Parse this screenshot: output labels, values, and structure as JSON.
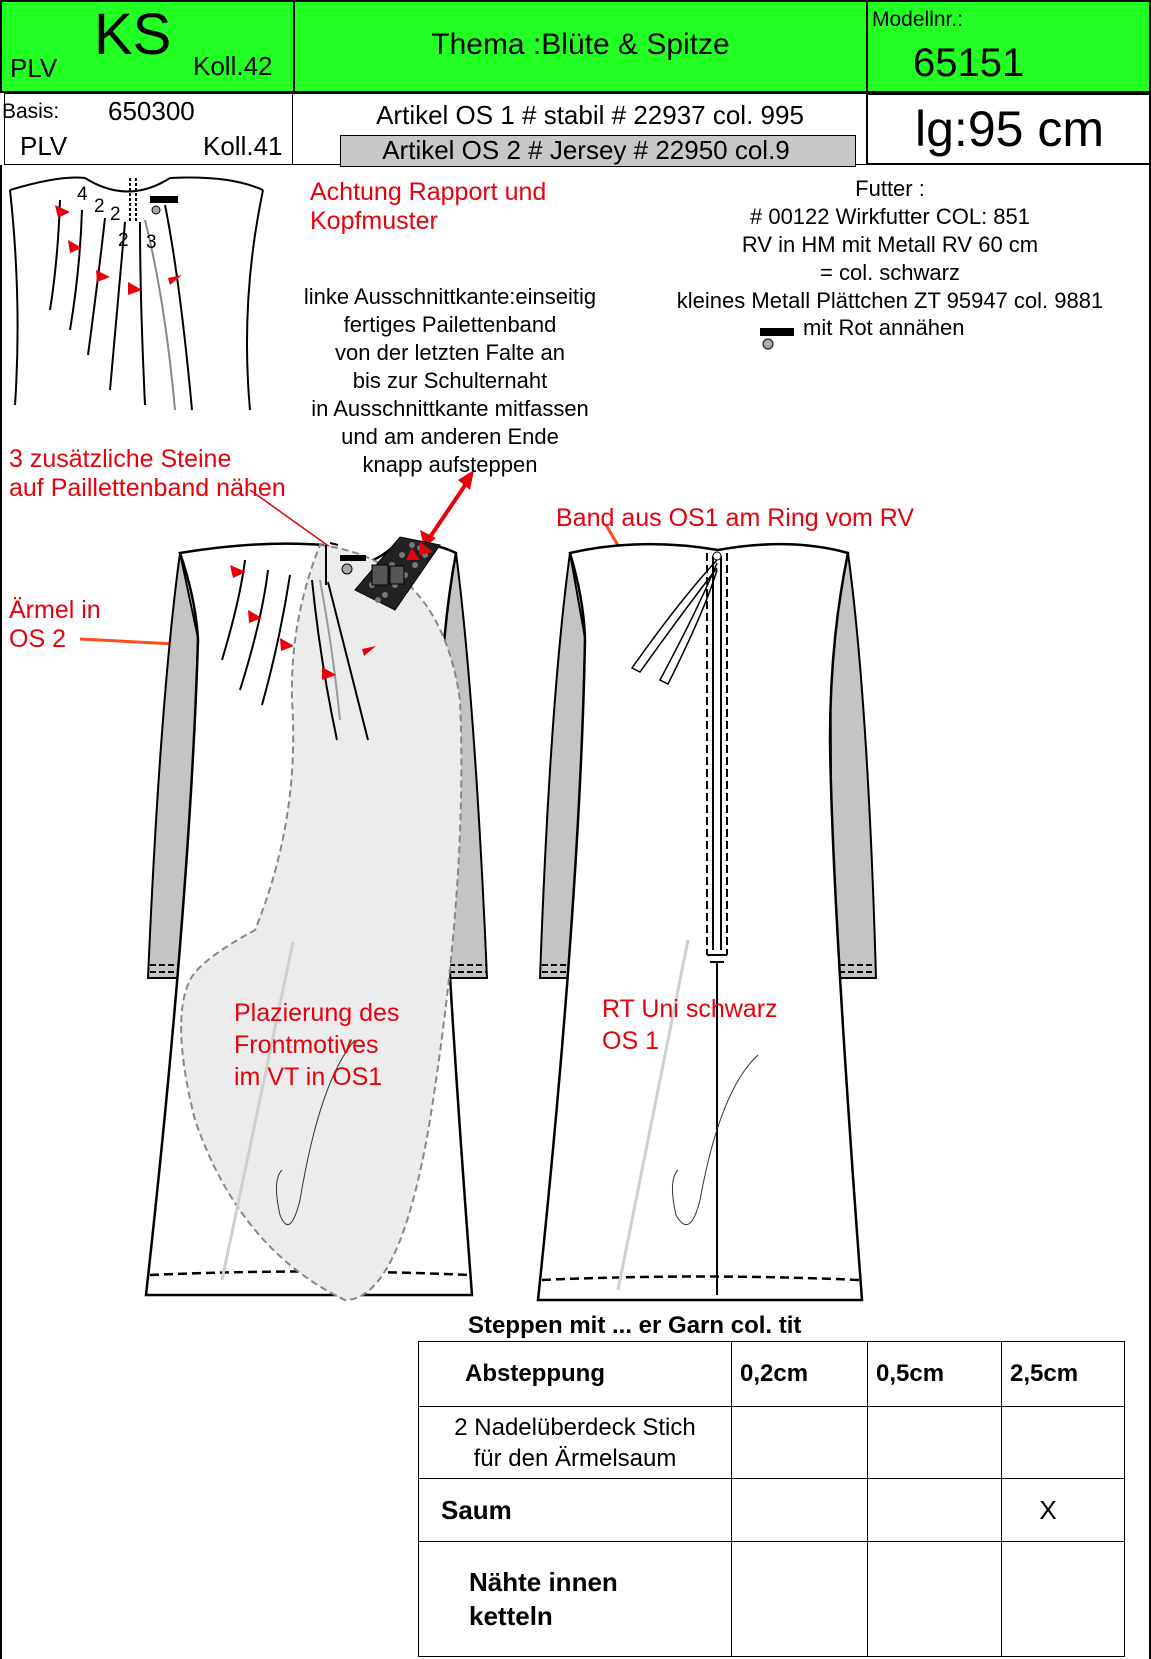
{
  "header": {
    "brand": "KS",
    "brand_sub_left": "PLV",
    "brand_sub_right": "Koll.42",
    "theme": "Thema :Blüte & Spitze",
    "model_label": "Modellnr.:",
    "model_number": "65151",
    "basis_label": "Basis:",
    "basis_number": "650300",
    "basis_sub_left": "PLV",
    "basis_sub_right": "Koll.41",
    "article_1": "Artikel OS 1 # stabil # 22937 col. 995",
    "article_2": "Artikel OS 2 # Jersey # 22950 col.9",
    "length": "lg:95 cm",
    "colors": {
      "header_green": "#22ff22",
      "article2_fill": "#c8c8c8",
      "annotation_red": "#e8000b",
      "sleeve_grey": "#c4c4c4"
    }
  },
  "notes": {
    "rapport": [
      "Achtung Rapport und",
      "Kopfmuster"
    ],
    "neckline": [
      "linke Ausschnittkante:einseitig",
      "fertiges Pailettenband",
      "von der letzten Falte an",
      "bis zur Schulternaht",
      "in Ausschnittkante mitfassen",
      "und am anderen Ende",
      "knapp aufsteppen"
    ],
    "futter": [
      "Futter :",
      "# 00122 Wirkfutter COL: 851",
      "RV in HM mit Metall RV 60 cm",
      "= col. schwarz",
      "kleines Metall Plättchen ZT 95947 col. 9881",
      "mit Rot annähen"
    ],
    "stones": [
      "3 zusätzliche Steine",
      "auf Paillettenband nähen"
    ],
    "band": "Band aus OS1 am Ring vom RV",
    "sleeve": [
      "Ärmel in",
      "OS 2"
    ],
    "placement": [
      "Plazierung des",
      "Frontmotives",
      "im VT in OS1"
    ],
    "back": [
      "RT Uni schwarz",
      "OS 1"
    ],
    "detail_numbers": [
      "4",
      "2",
      "2",
      "2",
      "3"
    ]
  },
  "stitch_table": {
    "title": "Steppen mit ... er Garn col. tit",
    "header": [
      "Absteppung",
      "0,2cm",
      "0,5cm",
      "2,5cm"
    ],
    "rows": [
      {
        "label": [
          "2 Nadelüberdeck Stich",
          "für den Ärmelsaum"
        ],
        "c1": "",
        "c2": "",
        "c3": ""
      },
      {
        "label": [
          "Saum"
        ],
        "c1": "",
        "c2": "",
        "c3": "X"
      },
      {
        "label": [
          "Nähte innen",
          "ketteln"
        ],
        "c1": "",
        "c2": "",
        "c3": ""
      }
    ]
  }
}
